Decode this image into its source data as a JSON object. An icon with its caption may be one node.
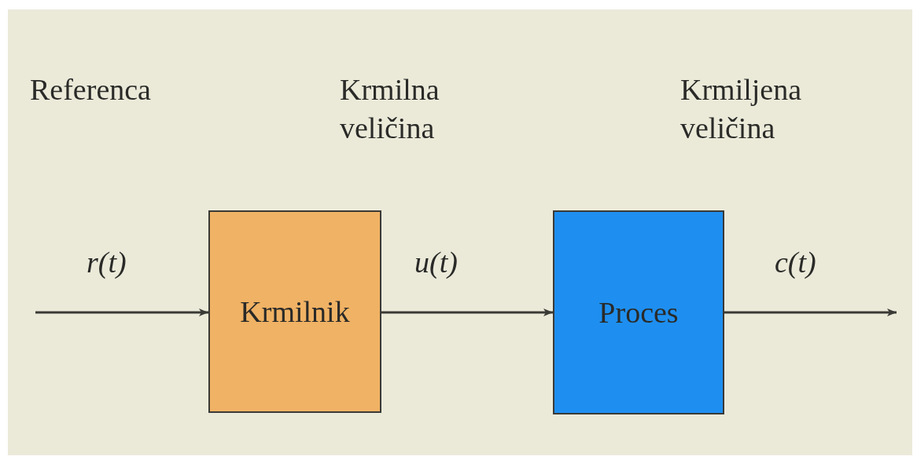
{
  "diagram": {
    "nodes": [
      {
        "text": [
          "Krmilnik"
        ]
      },
      {
        "text": [
          "Proces"
        ]
      }
    ],
    "edges": [
      {
        "from": null,
        "to": 0,
        "arrow": "to",
        "label": "r(t)"
      },
      {
        "from": 0,
        "to": 1,
        "arrow": "to",
        "label": "u(t)"
      },
      {
        "from": 1,
        "to": null,
        "arrow": "to",
        "label": "c(t)"
      }
    ],
    "labels": [
      "Referenca",
      "Krmilna veličina",
      "Krmiljena veličina"
    ]
  }
}
